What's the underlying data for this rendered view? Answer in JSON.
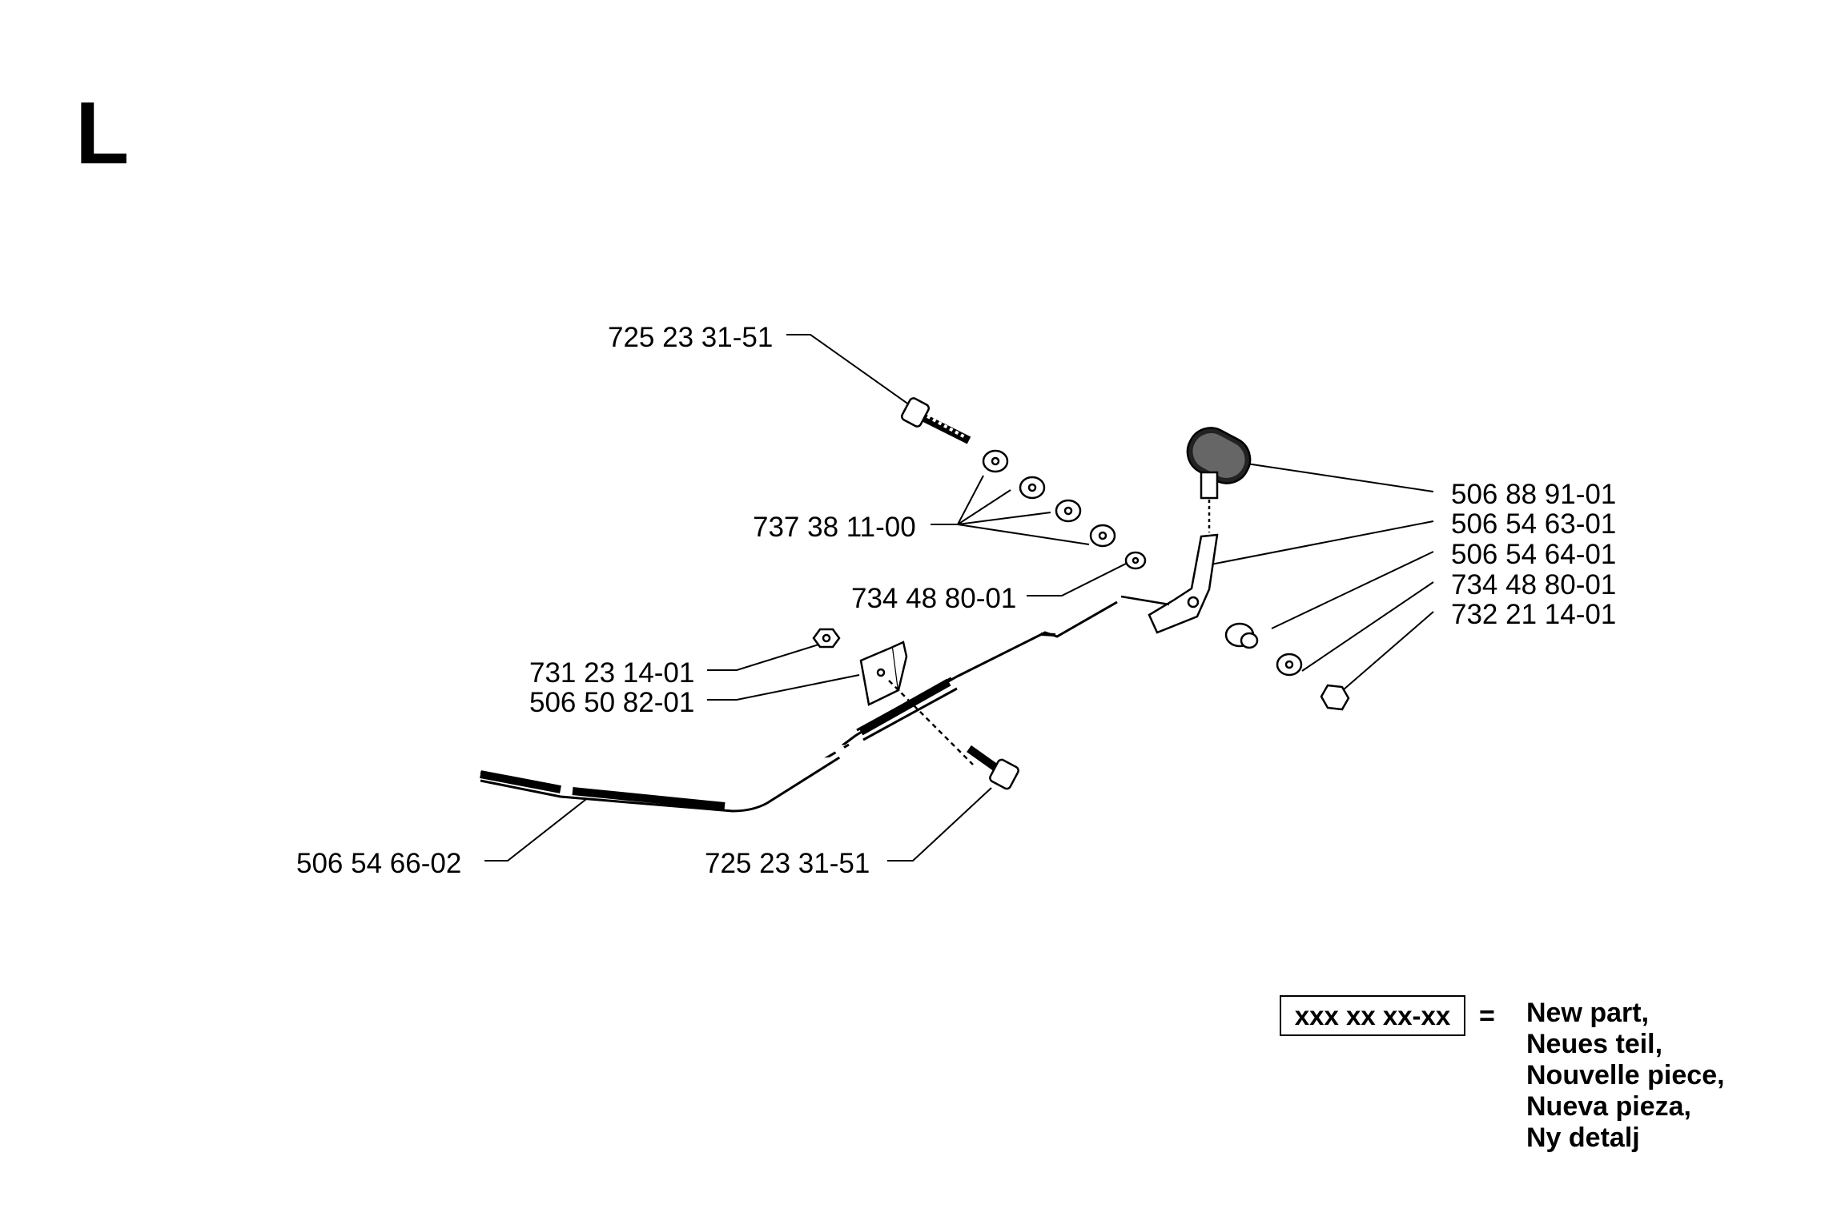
{
  "section_letter": "L",
  "parts": {
    "p1": "725 23 31-51",
    "p2": "737 38 11-00",
    "p3": "734 48 80-01",
    "p4": "731 23 14-01",
    "p5": "506 50 82-01",
    "p6": "506 54 66-02",
    "p7": "725 23 31-51",
    "p8": "506 88 91-01",
    "p9": "506 54 63-01",
    "p10": "506 54 64-01",
    "p11": "734 48 80-01",
    "p12": "732 21 14-01"
  },
  "legend": {
    "box_text": "xxx xx xx-xx",
    "equals": "=",
    "lines": [
      "New part,",
      "Neues teil,",
      "Nouvelle piece,",
      "Nueva pieza,",
      "Ny detalj"
    ]
  }
}
